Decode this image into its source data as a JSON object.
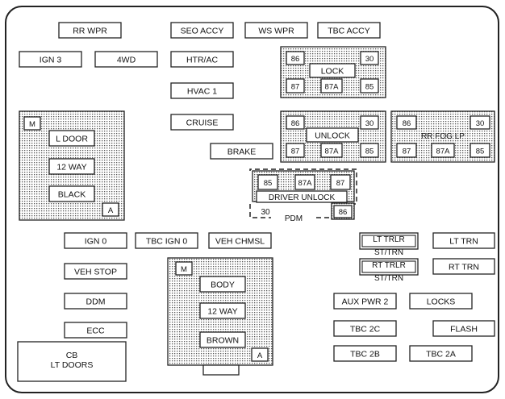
{
  "fuses": {
    "rr_wpr": "RR WPR",
    "seo_accy": "SEO ACCY",
    "ws_wpr": "WS WPR",
    "tbc_accy": "TBC ACCY",
    "ign3": "IGN 3",
    "fwd": "4WD",
    "htr_ac": "HTR/AC",
    "hvac1": "HVAC 1",
    "cruise": "CRUISE",
    "brake": "BRAKE",
    "ign0": "IGN 0",
    "tbc_ign0": "TBC IGN 0",
    "veh_chmsl": "VEH CHMSL",
    "veh_stop": "VEH STOP",
    "ddm": "DDM",
    "ecc": "ECC",
    "cb_line1": "CB",
    "cb_line2": "LT DOORS",
    "lt_trlr_line1": "LT TRLR",
    "lt_trlr_line2": "ST/TRN",
    "lt_trn": "LT TRN",
    "rt_trlr_line1": "RT TRLR",
    "rt_trlr_line2": "ST/TRN",
    "rt_trn": "RT TRN",
    "aux_pwr2": "AUX PWR 2",
    "locks": "LOCKS",
    "tbc2c": "TBC 2C",
    "flash": "FLASH",
    "tbc2b": "TBC 2B",
    "tbc2a": "TBC 2A"
  },
  "relays": {
    "lock": {
      "label": "LOCK",
      "p86": "86",
      "p30": "30",
      "p87": "87",
      "p87a": "87A",
      "p85": "85"
    },
    "unlock": {
      "label": "UNLOCK",
      "p86": "86",
      "p30": "30",
      "p87": "87",
      "p87a": "87A",
      "p85": "85"
    },
    "rr_fog": {
      "label": "RR FOG LP",
      "p86": "86",
      "p30": "30",
      "p87": "87",
      "p87a": "87A",
      "p85": "85"
    },
    "driver_unlock": {
      "label": "DRIVER UNLOCK",
      "p85": "85",
      "p87a": "87A",
      "p87": "87",
      "p30": "30",
      "p86": "86"
    },
    "pdm_label": "PDM"
  },
  "breakers": {
    "left": {
      "m": "M",
      "item1": "L DOOR",
      "item2": "12 WAY",
      "item3": "BLACK",
      "a": "A"
    },
    "center": {
      "m": "M",
      "item1": "BODY",
      "item2": "12 WAY",
      "item3": "BROWN",
      "a": "A"
    }
  }
}
